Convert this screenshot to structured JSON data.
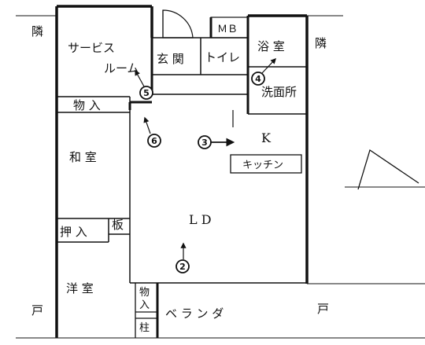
{
  "labels": {
    "neighbor_left": "隣",
    "neighbor_right": "隣",
    "unit_left": "戸",
    "unit_right": "戸",
    "service_room_1": "サービス",
    "service_room_2": "ルーム",
    "mb": "ＭＢ",
    "entrance": "玄 関",
    "toilet": "トイレ",
    "bathroom": "浴 室",
    "washroom": "洗面所",
    "closet_top": "物 入",
    "kitchen_k": "K",
    "kitchen": "キッチン",
    "japanese_room": "和 室",
    "oshiire": "押 入",
    "board": "板",
    "living_dining": "L D",
    "western_room": "洋 室",
    "closet_small_1": "物",
    "closet_small_2": "入",
    "pillar": "柱",
    "veranda": "ベ ラ ン ダ"
  },
  "viewpoints": [
    "2",
    "3",
    "4",
    "5",
    "6"
  ],
  "colors": {
    "ink": "#111111",
    "background": "#ffffff"
  }
}
